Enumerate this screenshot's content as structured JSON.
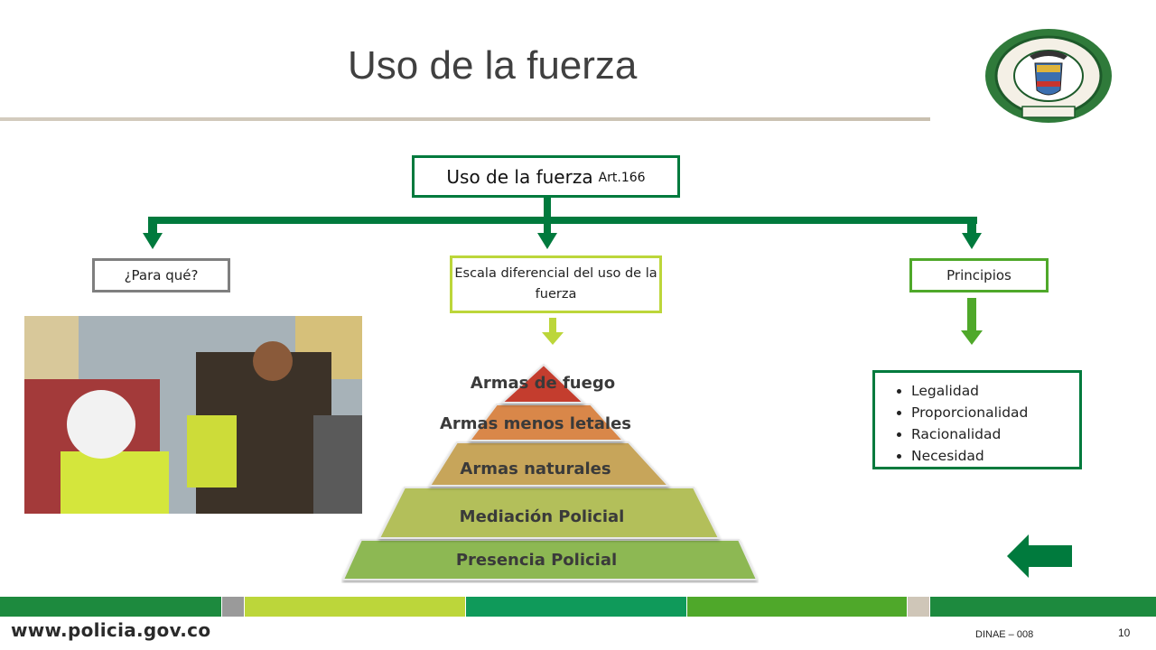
{
  "header": {
    "title": "Uso de la fuerza"
  },
  "diagram": {
    "top_box": {
      "main": "Uso de la fuerza",
      "article": "Art.166"
    },
    "branches": {
      "purpose": "¿Para qué?",
      "scale": "Escala diferencial del uso de la fuerza",
      "principles": "Principios"
    },
    "pyramid_levels": [
      "Armas de fuego",
      "Armas menos letales",
      "Armas naturales",
      "Mediación Policial",
      "Presencia Policial"
    ],
    "principles_list": [
      "Legalidad",
      "Proporcionalidad",
      "Racionalidad",
      "Necesidad"
    ]
  },
  "colors": {
    "dark_green": "#007a3d",
    "lime": "#bcd63a",
    "mid_green": "#4fa82a",
    "gray": "#7f7f7f"
  },
  "footer": {
    "url": "www.policia.gov.co",
    "code": "DINAE – 008",
    "page": "10"
  }
}
